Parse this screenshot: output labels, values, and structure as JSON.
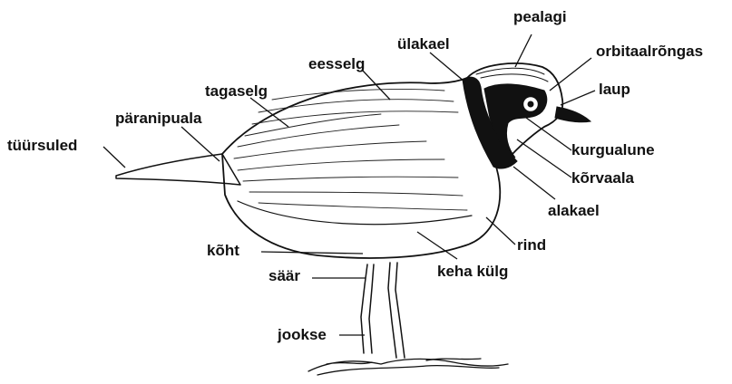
{
  "diagram": {
    "subject": "bird-anatomy",
    "labels": {
      "pealagi": "pealagi",
      "orbitaalrongas": "orbitaalrõngas",
      "ulakael": "ülakael",
      "eesselg": "eesselg",
      "laup": "laup",
      "tagaselg": "tagaselg",
      "paranipuala": "päranipuala",
      "kurgualune": "kurgualune",
      "tuursuled": "tüürsuled",
      "korvaala": "kõrvaala",
      "alakael": "alakael",
      "koht": "kõht",
      "rind": "rind",
      "saar": "säär",
      "kehakulg": "keha külg",
      "jookse": "jookse"
    }
  }
}
